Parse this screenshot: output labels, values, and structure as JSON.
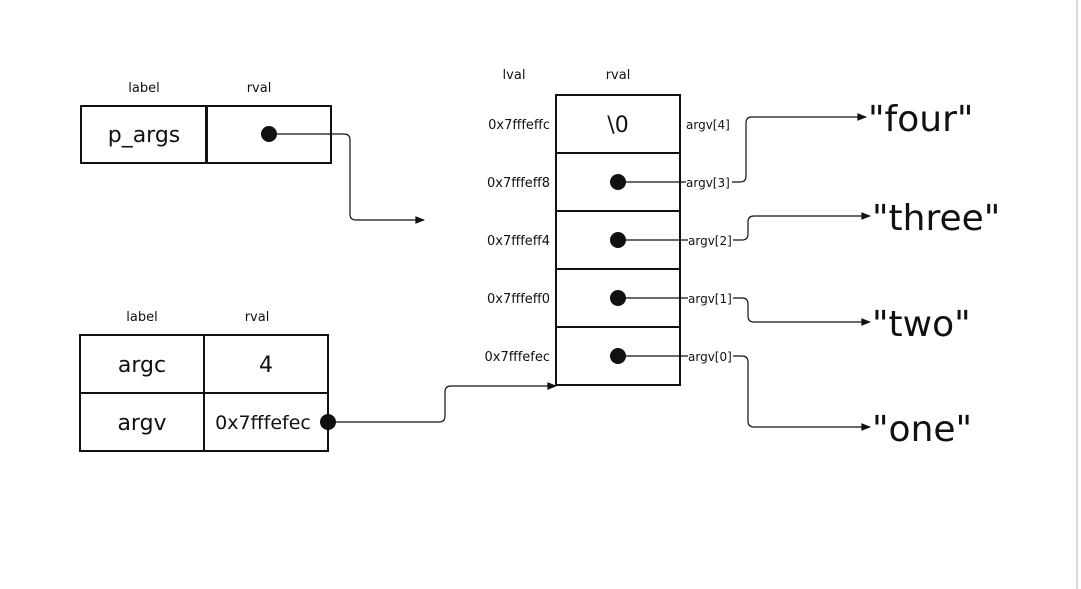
{
  "p_args_table": {
    "header_label": "label",
    "header_rval": "rval",
    "name": "p_args"
  },
  "main_table": {
    "header_label": "label",
    "header_rval": "rval",
    "rows": [
      {
        "label": "argc",
        "value": "4"
      },
      {
        "label": "argv",
        "value": "0x7fffefec"
      }
    ]
  },
  "memory_stack": {
    "header_lval": "lval",
    "header_rval": "rval",
    "cells": [
      {
        "address": "0x7fffeffc",
        "value": "\\0",
        "tag": "argv[4]"
      },
      {
        "address": "0x7fffeff8",
        "value": "",
        "tag": "argv[3]"
      },
      {
        "address": "0x7fffeff4",
        "value": "",
        "tag": "argv[2]"
      },
      {
        "address": "0x7fffeff0",
        "value": "",
        "tag": "argv[1]"
      },
      {
        "address": "0x7fffefec",
        "value": "",
        "tag": "argv[0]"
      }
    ]
  },
  "strings": [
    "\"four\"",
    "\"three\"",
    "\"two\"",
    "\"one\""
  ]
}
